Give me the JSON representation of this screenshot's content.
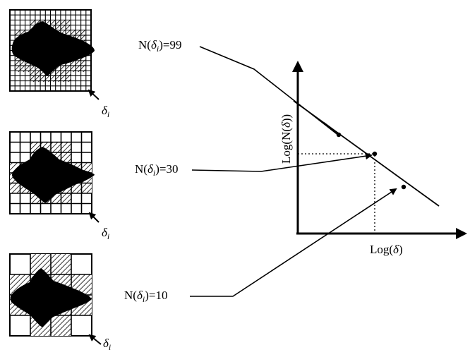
{
  "labels": {
    "count_fine": {
      "prefix": "N(",
      "symbol": "δ",
      "sub": "i",
      "suffix": ")=99"
    },
    "count_medium": {
      "prefix": "N(",
      "symbol": "δ",
      "sub": "i",
      "suffix": ")=30"
    },
    "count_coarse": {
      "prefix": "N(",
      "symbol": "δ",
      "sub": "i",
      "suffix": ")=10"
    },
    "box_size": {
      "symbol": "δ",
      "sub": "i"
    },
    "y_axis": {
      "prefix": "Log(N(",
      "symbol": "δ",
      "suffix": "))"
    },
    "x_axis": {
      "prefix": "Log(",
      "symbol": "δ",
      "suffix": ")"
    }
  },
  "grids": [
    {
      "name": "fine",
      "divisions": 16,
      "covered_boxes": 99
    },
    {
      "name": "medium",
      "divisions": 8,
      "covered_boxes": 30
    },
    {
      "name": "coarse",
      "divisions": 4,
      "covered_boxes": 10
    }
  ]
}
